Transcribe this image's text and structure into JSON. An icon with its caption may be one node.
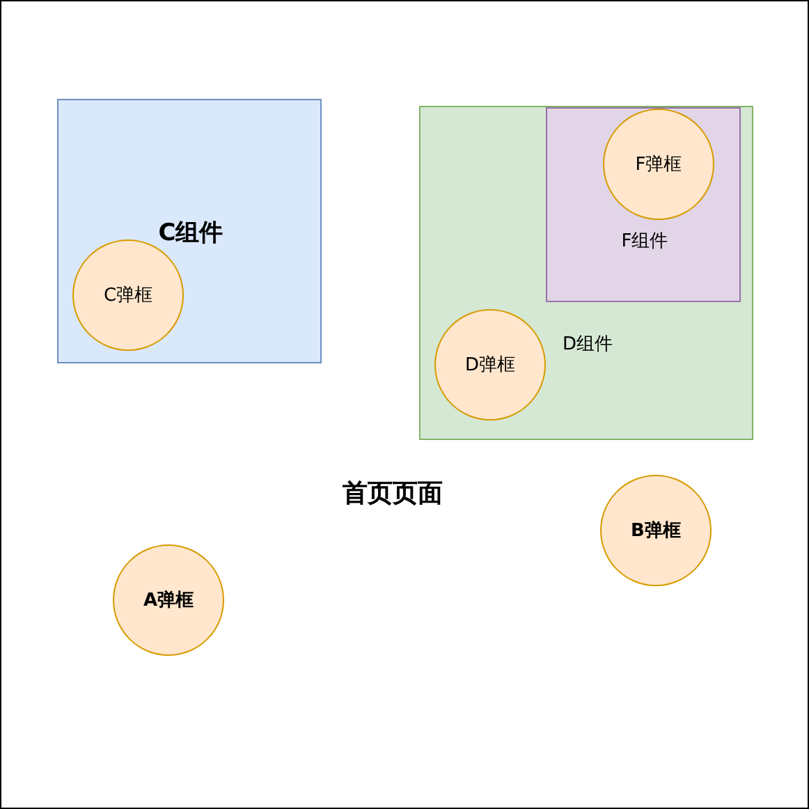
{
  "diagram": {
    "nodes": [
      {
        "text": [
          "首页页面"
        ]
      },
      {
        "text": [
          "C组件"
        ],
        "in": 0
      },
      {
        "text": [
          "C弹框"
        ],
        "in": 1
      },
      {
        "text": [
          "D组件"
        ],
        "in": 0
      },
      {
        "text": [
          "F组件"
        ],
        "in": 3
      },
      {
        "text": [
          "F弹框"
        ],
        "in": 4
      },
      {
        "text": [
          "D弹框"
        ],
        "in": 3
      },
      {
        "text": [
          "B弹框"
        ],
        "in": 0
      },
      {
        "text": [
          "A弹框"
        ],
        "in": 0
      }
    ]
  }
}
